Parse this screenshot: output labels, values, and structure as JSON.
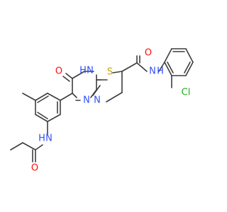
{
  "molecule": {
    "atoms": {
      "o_ketone": {
        "text": "O",
        "color": "#ff0d0d"
      },
      "nh_ring_h": {
        "text": "H",
        "color": "#3050f8"
      },
      "nh_ring_n": {
        "text": "N",
        "color": "#3050f8"
      },
      "s_thioether": {
        "text": "S",
        "color": "#c9a300"
      },
      "o_amide": {
        "text": "O",
        "color": "#ff0d0d"
      },
      "nh_amide_n": {
        "text": "N",
        "color": "#3050f8"
      },
      "nh_amide_h": {
        "text": "H",
        "color": "#3050f8"
      },
      "n_ring_1": {
        "text": "N",
        "color": "#3050f8"
      },
      "n_ring_2": {
        "text": "N",
        "color": "#3050f8"
      },
      "cl": {
        "text": "Cl",
        "color": "#1fae1f"
      },
      "nh_anilide_h": {
        "text": "H",
        "color": "#3050f8"
      },
      "nh_anilide_n": {
        "text": "N",
        "color": "#3050f8"
      },
      "o_propanamide": {
        "text": "O",
        "color": "#ff0d0d"
      }
    }
  }
}
